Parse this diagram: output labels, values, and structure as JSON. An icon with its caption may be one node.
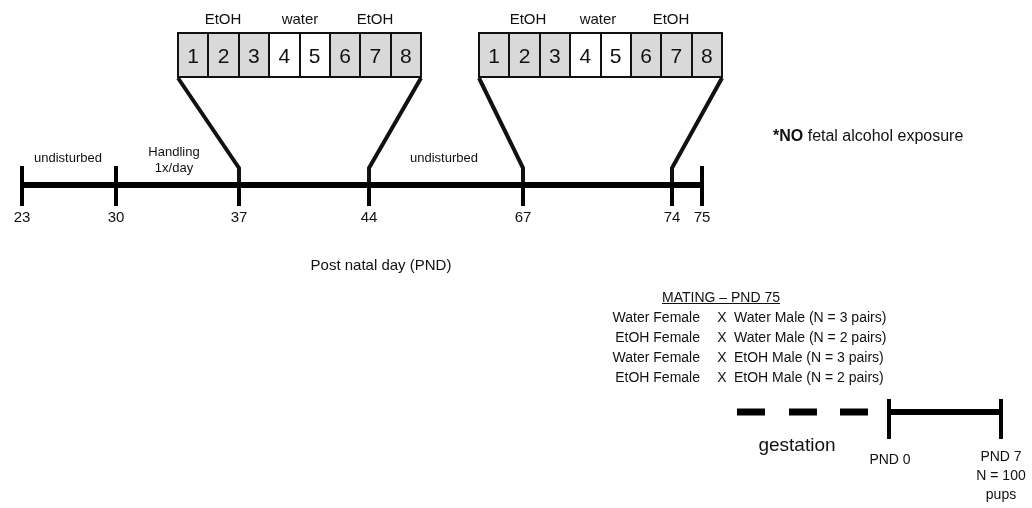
{
  "diagram": {
    "nodes": [
      {
        "text": [],
        "shape": "box"
      },
      {
        "text": [
          "1"
        ],
        "in": 0
      },
      {
        "text": [
          "2"
        ],
        "in": 0
      },
      {
        "text": [
          "3"
        ],
        "in": 0
      },
      {
        "text": [
          "4"
        ],
        "in": 0
      },
      {
        "text": [
          "5"
        ],
        "in": 0
      },
      {
        "text": [
          "6"
        ],
        "in": 0
      },
      {
        "text": [
          "7"
        ],
        "in": 0
      },
      {
        "text": [
          "8"
        ],
        "in": 0
      },
      {
        "text": [],
        "shape": "box"
      },
      {
        "text": [
          "1"
        ],
        "in": 9
      },
      {
        "text": [
          "2"
        ],
        "in": 9
      },
      {
        "text": [
          "3"
        ],
        "in": 9
      },
      {
        "text": [
          "4"
        ],
        "in": 9
      },
      {
        "text": [
          "5"
        ],
        "in": 9
      },
      {
        "text": [
          "6"
        ],
        "in": 9
      },
      {
        "text": [
          "7"
        ],
        "in": 9
      },
      {
        "text": [
          "8"
        ],
        "in": 9
      }
    ],
    "edges": [
      {
        "from": 0,
        "to": null,
        "arrow": "none"
      },
      {
        "from": 0,
        "to": null,
        "arrow": "none"
      },
      {
        "from": 9,
        "to": null,
        "arrow": "none"
      },
      {
        "from": 9,
        "to": null,
        "arrow": "none"
      }
    ],
    "labels": [
      "EtOH",
      "water",
      "EtOH",
      "EtOH",
      "water",
      "EtOH",
      "***NO** fetal alcohol exposure",
      "undisturbed",
      "Handling 1x/day",
      "undisturbed",
      "23",
      "30",
      "37",
      "44",
      "67",
      "74",
      "75",
      "Post natal day (PND)",
      "MATING – PND 75",
      "Water Female",
      "X",
      "Water Male (N = 3 pairs)",
      "EtOH Female",
      "X",
      "Water Male (N = 2 pairs)",
      "Water Female",
      "X",
      "EtOH Male (N = 3 pairs)",
      "EtOH Female",
      "X",
      "EtOH Male (N = 2 pairs)",
      "gestation",
      "PND 0",
      "PND 7 N = 100 pups"
    ]
  }
}
